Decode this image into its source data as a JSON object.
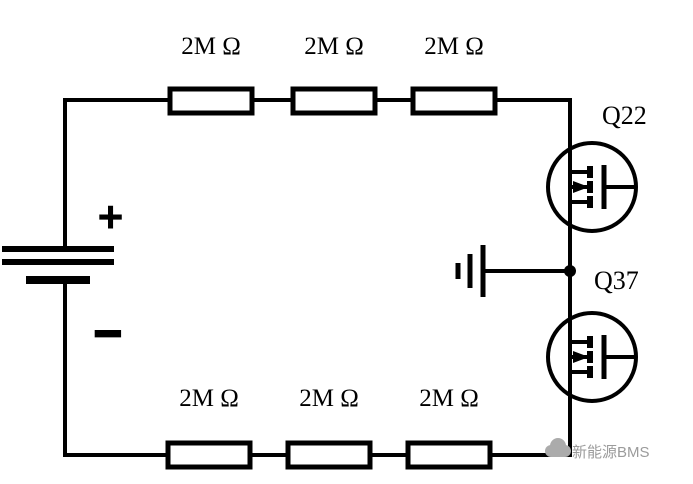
{
  "diagram": {
    "kind": "circuit-schematic",
    "battery": {
      "positive_label": "+",
      "negative_label": "−"
    },
    "top_resistors": [
      {
        "label": "2M Ω"
      },
      {
        "label": "2M Ω"
      },
      {
        "label": "2M Ω"
      }
    ],
    "bottom_resistors": [
      {
        "label": "2M Ω"
      },
      {
        "label": "2M Ω"
      },
      {
        "label": "2M Ω"
      }
    ],
    "mosfets": [
      {
        "label": "Q22"
      },
      {
        "label": "Q37"
      }
    ],
    "watermark": {
      "text": "新能源BMS"
    },
    "colors": {
      "line": "#000000",
      "background": "#ffffff",
      "watermark": "#9b9b9b"
    }
  }
}
